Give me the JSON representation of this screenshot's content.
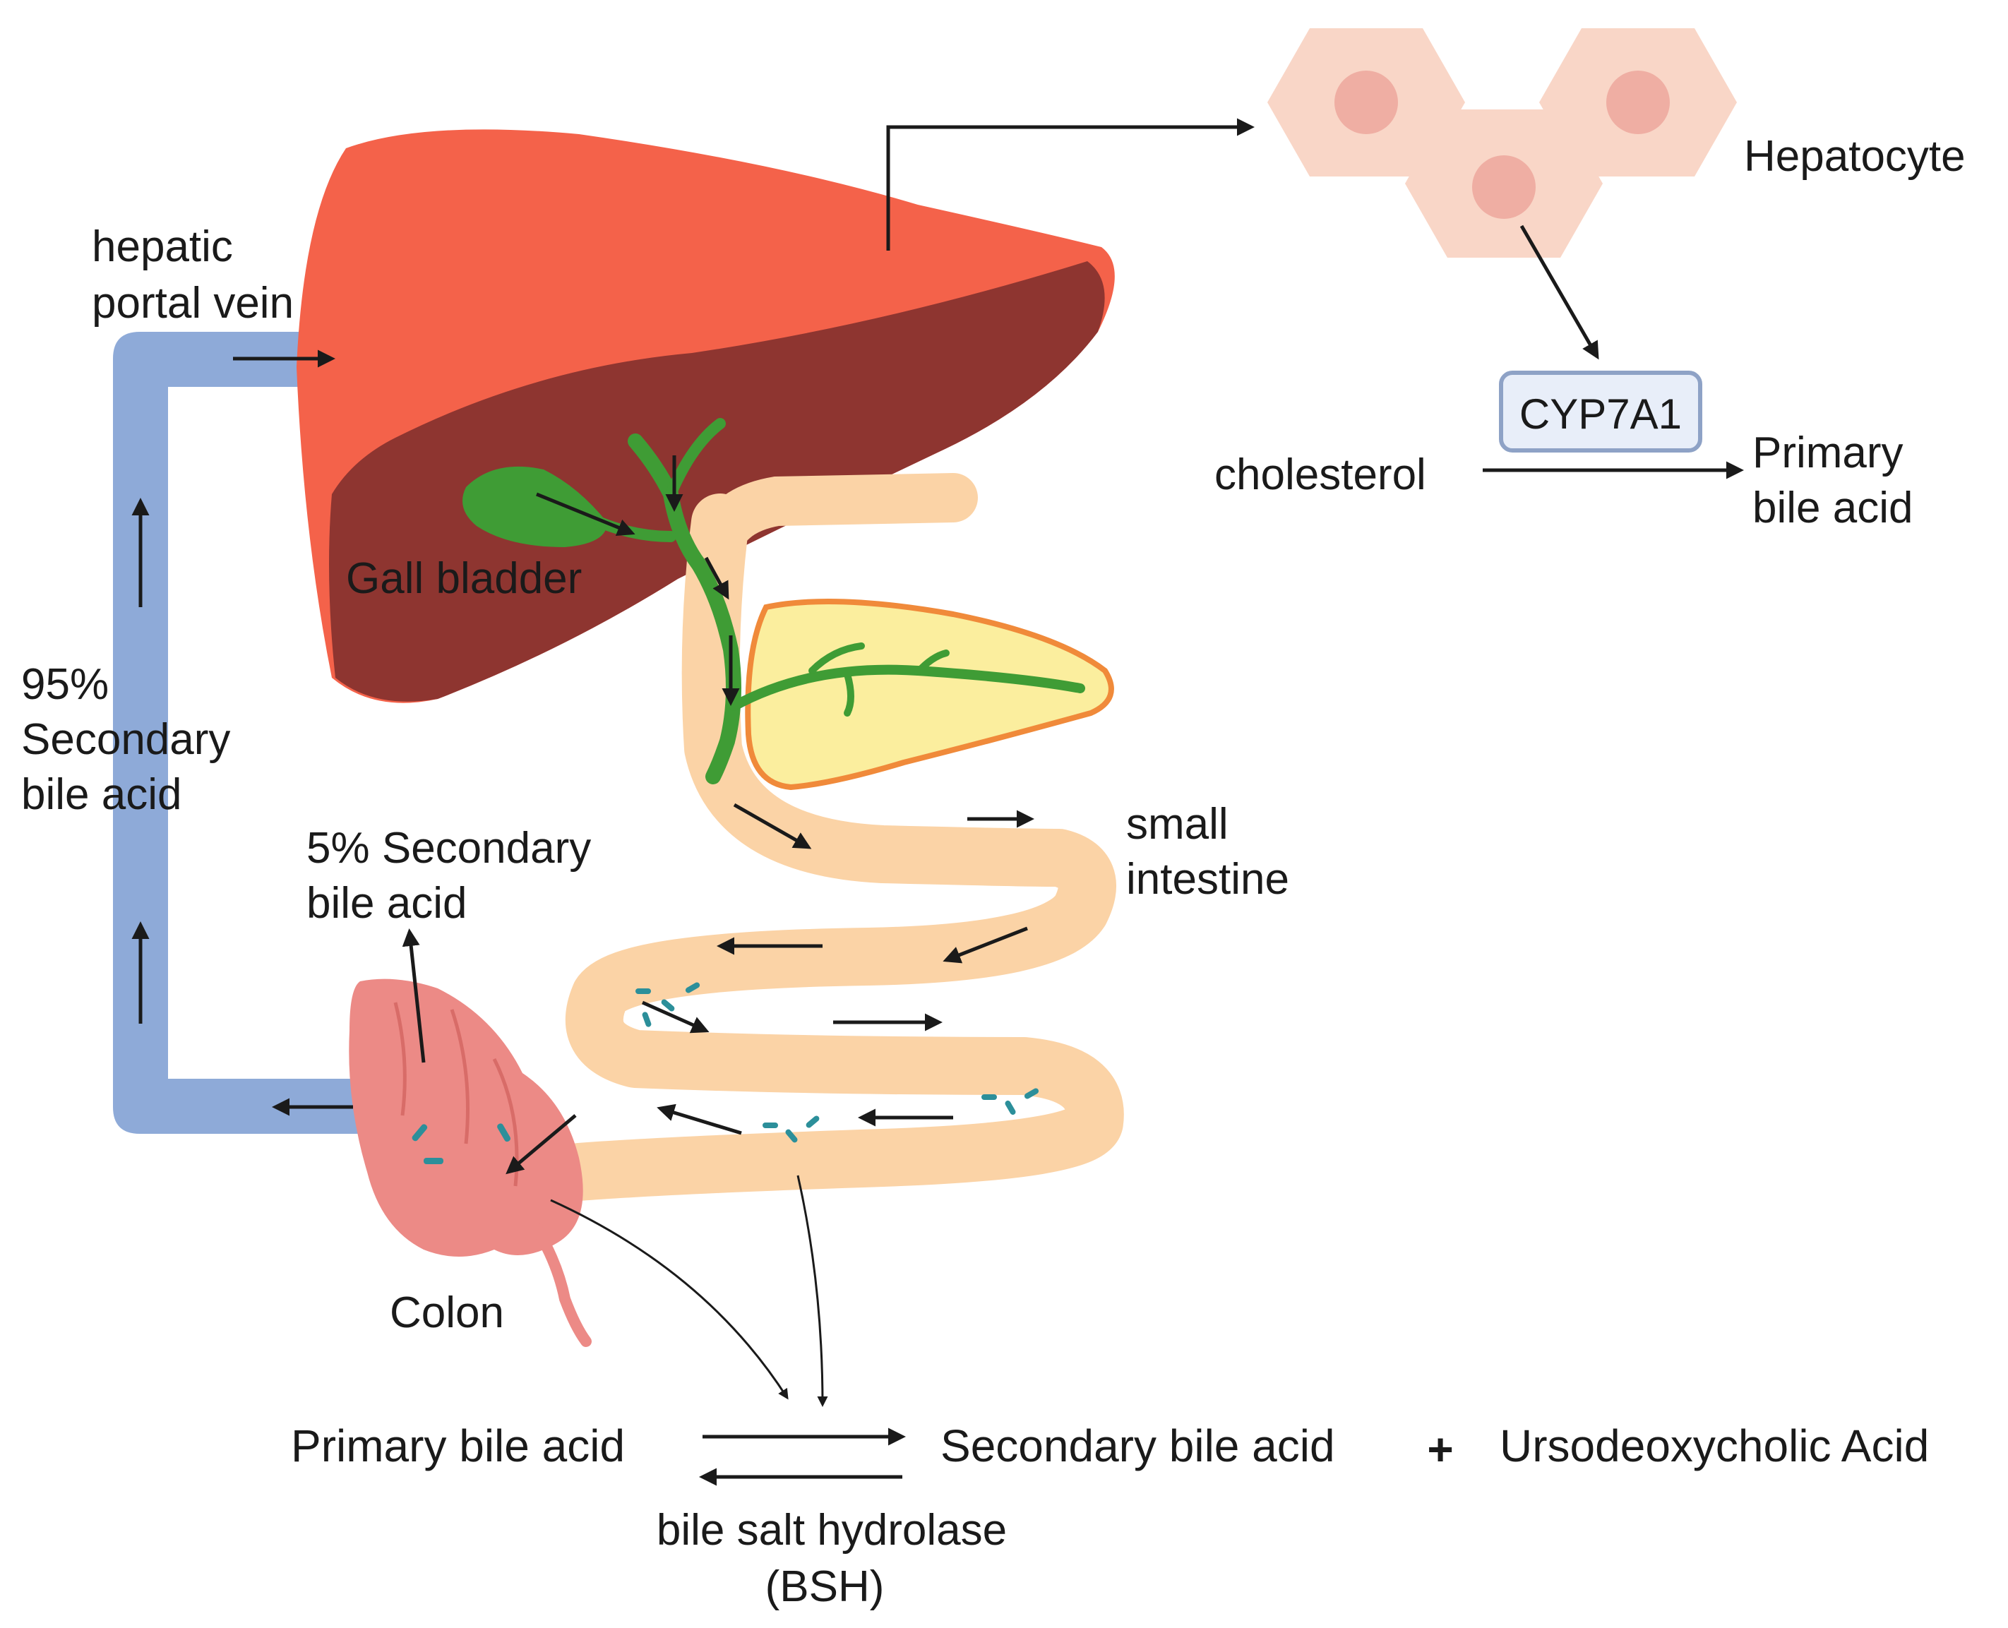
{
  "labels": {
    "hepatic_portal_vein": [
      "hepatic",
      "portal vein"
    ],
    "gall_bladder": "Gall bladder",
    "secondary_95": [
      "95%",
      "Secondary",
      "bile acid"
    ],
    "secondary_5": [
      "5% Secondary",
      "bile acid"
    ],
    "colon": "Colon",
    "small_intestine": [
      "small",
      "intestine"
    ],
    "hepatocyte": "Hepatocyte",
    "enzyme": "CYP7A1",
    "cholesterol": "cholesterol",
    "primary_bile_acid_top": [
      "Primary",
      "bile acid"
    ],
    "primary_bile_acid": "Primary bile acid",
    "secondary_bile_acid": "Secondary bile acid",
    "plus": "+",
    "udca": "Ursodeoxycholic Acid",
    "bsh": [
      "bile salt hydrolase",
      "(BSH)"
    ]
  },
  "colors": {
    "liver_light": "#f4624a",
    "liver_dark": "#8e3530",
    "portal_vein": "#8eaad8",
    "gall_bladder": "#3f9c35",
    "intestine": "#fbd3a6",
    "pancreas_fill": "#fbee9e",
    "pancreas_border": "#f08a3a",
    "colon": "#ec8a86",
    "hepatocyte_cell": "#f9d6c7",
    "hepatocyte_nucleus": "#efaea3",
    "enzyme_box_fill": "#e8eef9",
    "enzyme_box_border": "#8ea2c6",
    "bacteria": "#2c8f9a",
    "arrow": "#1a1a1a"
  }
}
